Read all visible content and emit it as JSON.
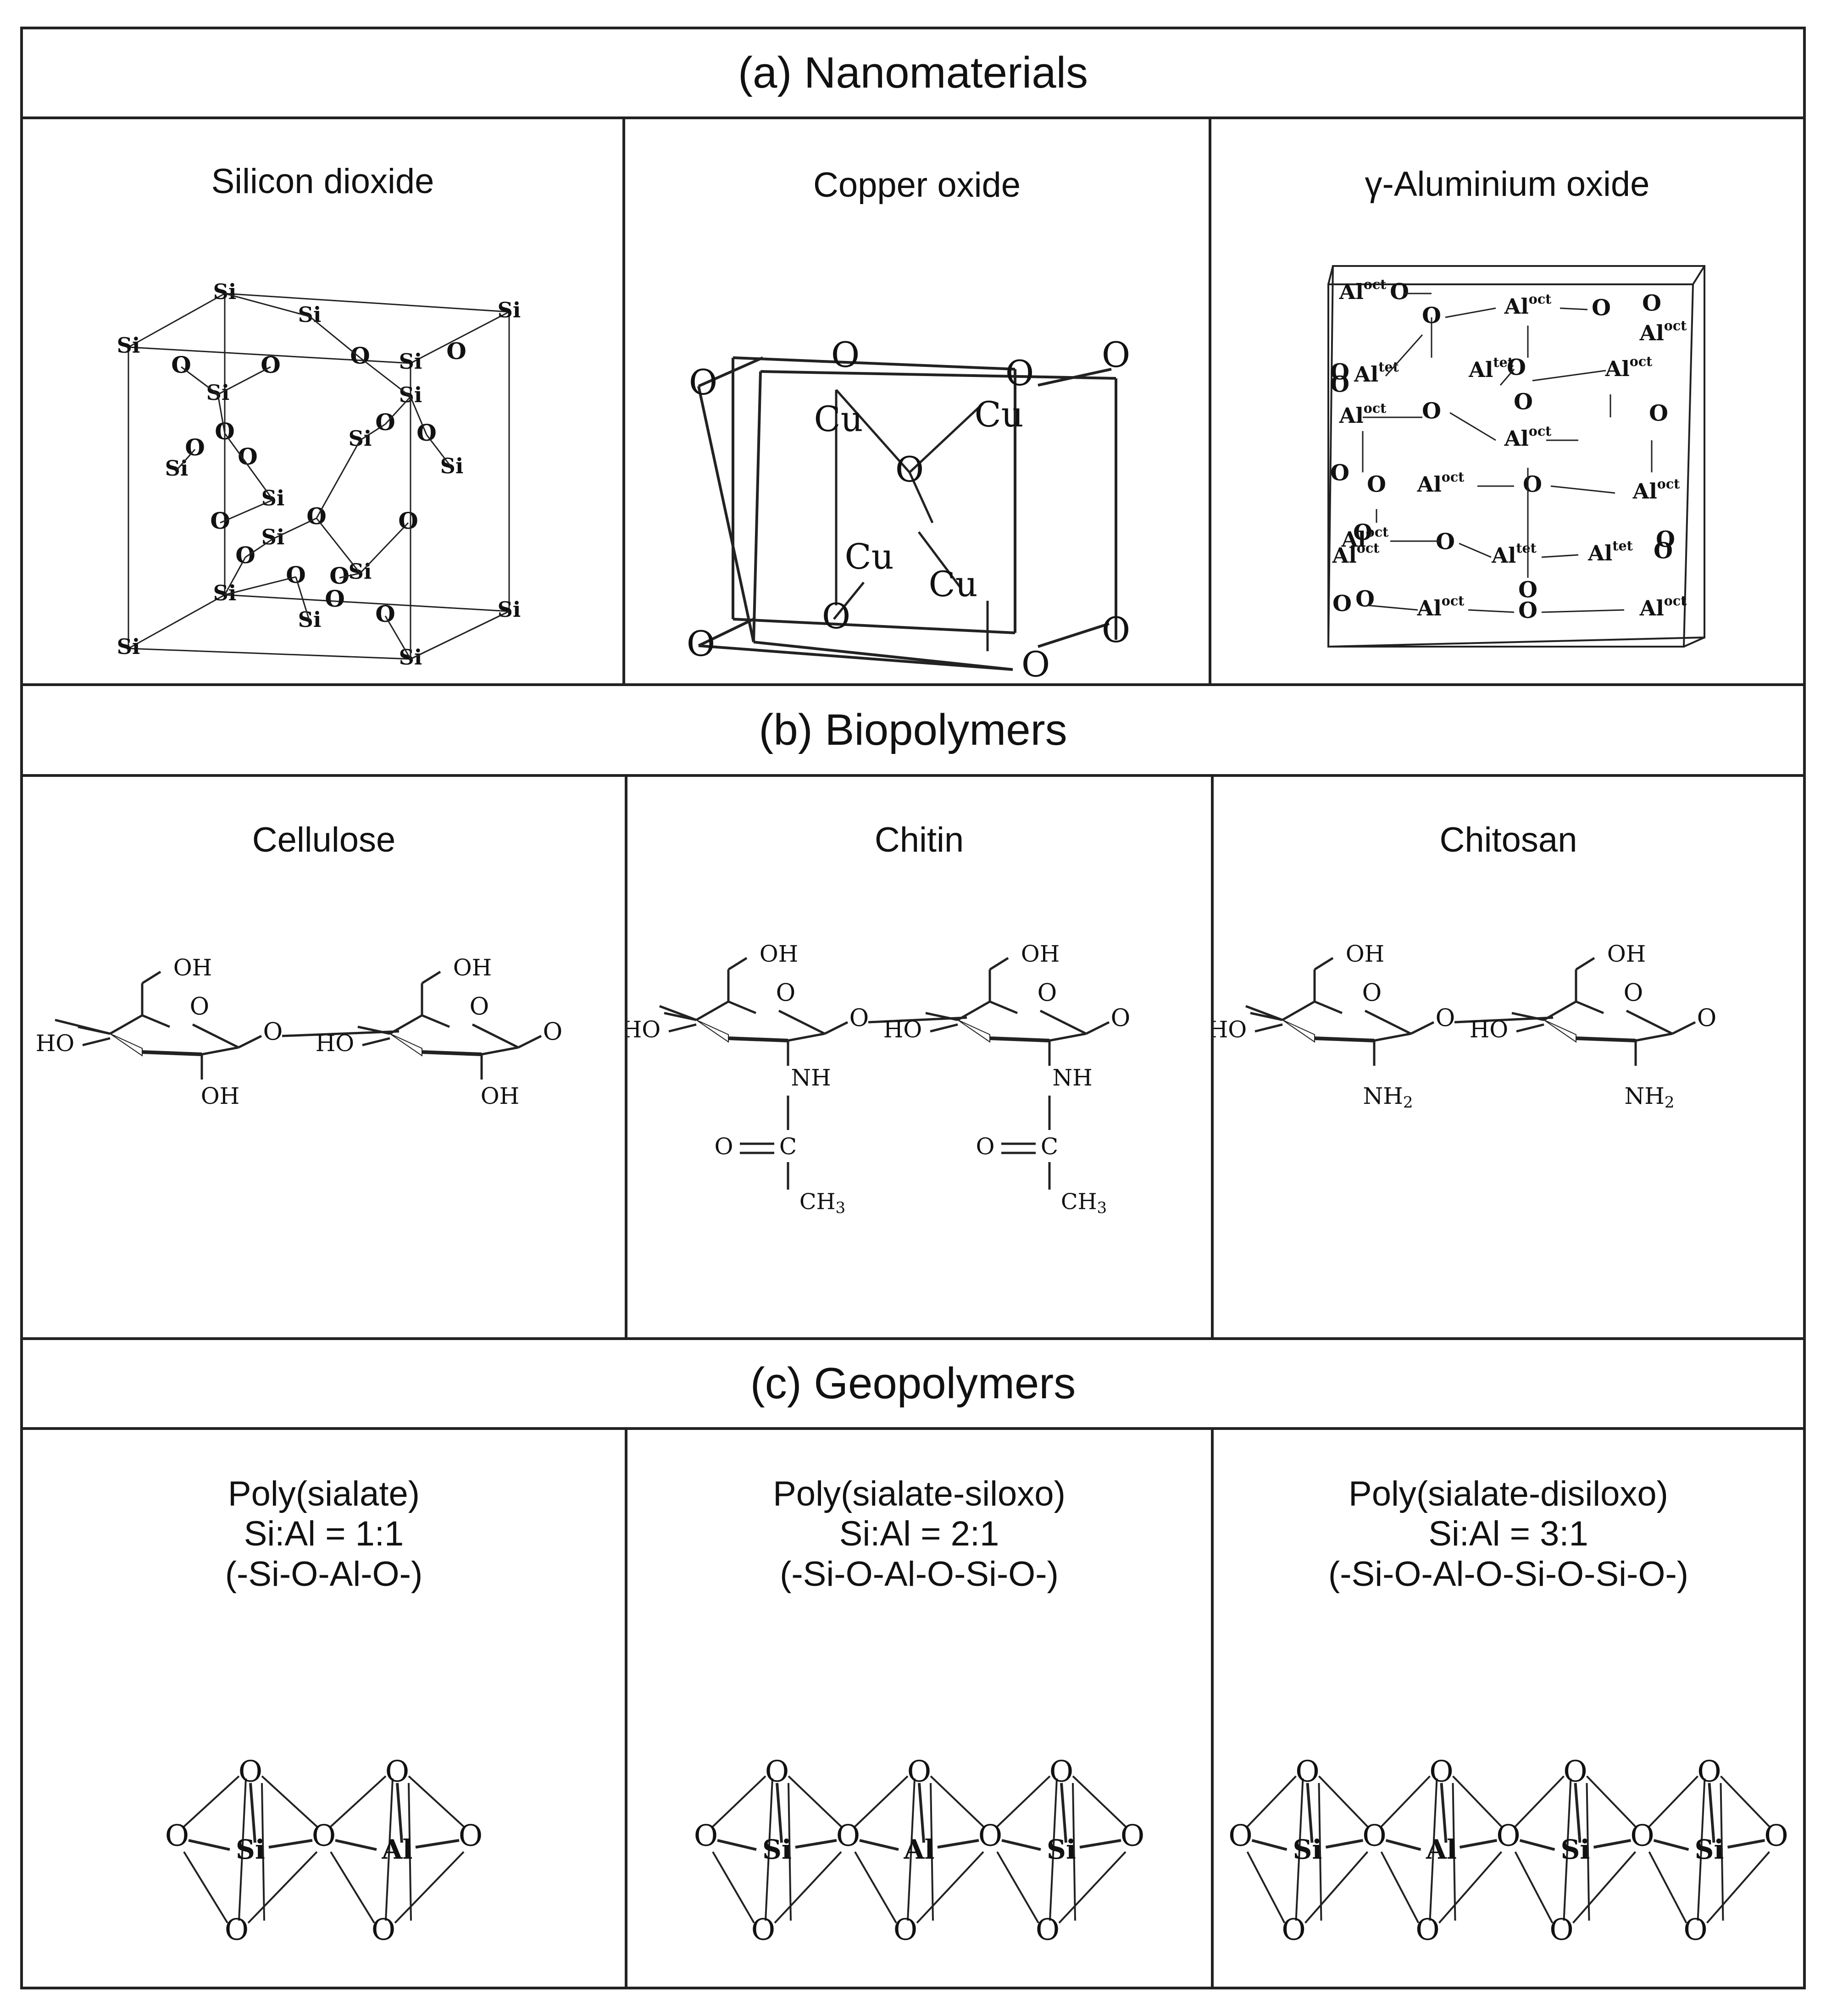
{
  "sections": [
    {
      "heading": "(a) Nanomaterials",
      "items": [
        {
          "name": "Silicon dioxide"
        },
        {
          "name": "Copper oxide"
        },
        {
          "name": "γ-Aluminium oxide"
        }
      ]
    },
    {
      "heading": "(b) Biopolymers",
      "items": [
        {
          "name": "Cellulose"
        },
        {
          "name": "Chitin"
        },
        {
          "name": "Chitosan"
        }
      ]
    },
    {
      "heading": "(c) Geopolymers",
      "items": [
        {
          "name": "Poly(sialate)",
          "ratio": "Si:Al = 1:1",
          "formula": "(-Si-O-Al-O-)"
        },
        {
          "name": "Poly(sialate-siloxo)",
          "ratio": "Si:Al = 2:1",
          "formula": "(-Si-O-Al-O-Si-O-)"
        },
        {
          "name": "Poly(sialate-disiloxo)",
          "ratio": "Si:Al = 3:1",
          "formula": "(-Si-O-Al-O-Si-O-Si-O-)"
        }
      ]
    }
  ],
  "atom_labels": {
    "si": "Si",
    "o": "O",
    "cu": "Cu",
    "al": "Al",
    "oct": "oct",
    "tet": "tet",
    "oh": "OH",
    "ho": "HO",
    "nh": "NH",
    "nh2": "NH",
    "sub2": "2",
    "c": "C",
    "ch3": "CH",
    "sub3": "3"
  },
  "geopolymer_units": [
    [
      "si",
      "al"
    ],
    [
      "si",
      "al",
      "si"
    ],
    [
      "si",
      "al",
      "si",
      "si"
    ]
  ]
}
